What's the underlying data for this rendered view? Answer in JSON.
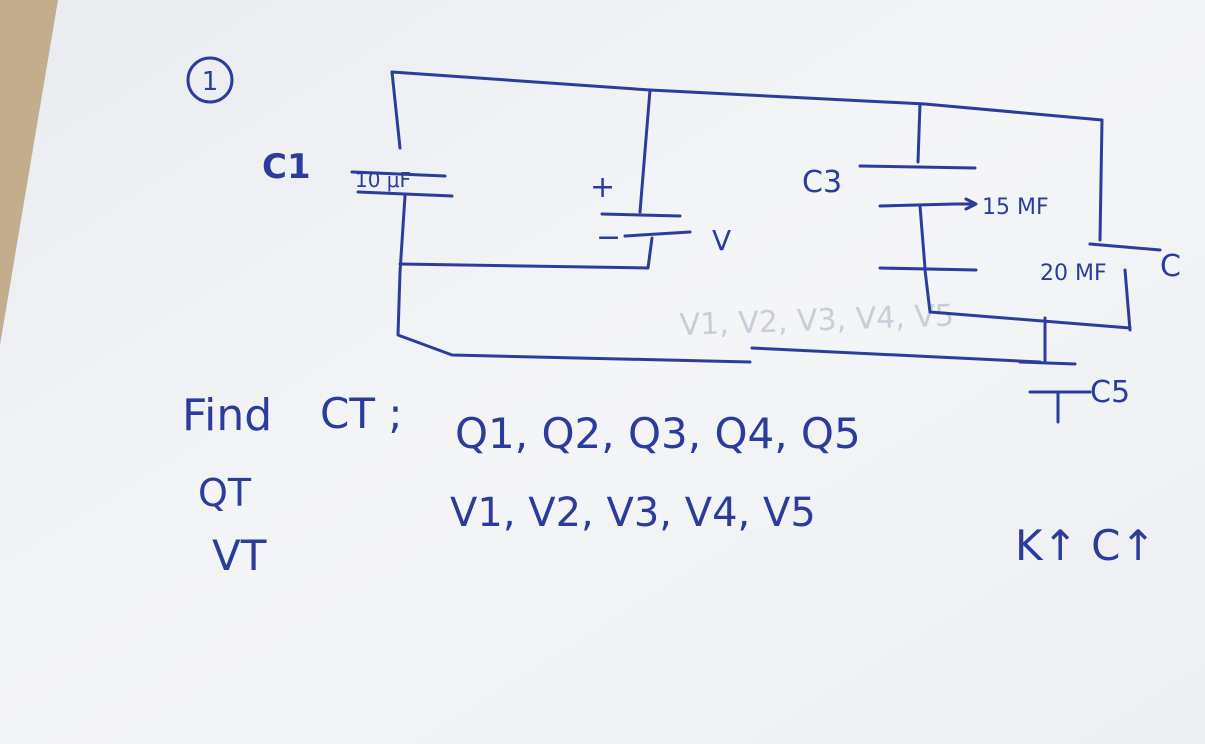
{
  "problem": {
    "number": "1"
  },
  "circuit": {
    "c1_label": "C1",
    "c1_value": "10 μF",
    "battery_plus": "+",
    "battery_minus": "−",
    "battery_label": "V",
    "c3_label": "C3",
    "c3_value": "15 MF",
    "c4_value": "20 MF",
    "c2_label": "C",
    "c5_label": "C5",
    "ghost_text": "V1, V2, V3, V4, V5"
  },
  "question": {
    "find_label": "Find",
    "ct_label": "CT ;",
    "charges": "Q1, Q2, Q3, Q4, Q5",
    "qt_label": "QT",
    "voltages": "V1, V2, V3, V4, V5",
    "vt_label": "VT",
    "k_note": "K↑ C↑"
  },
  "colors": {
    "ink": "#2c3c9c",
    "paper": "#f2f3f5",
    "desk": "#c2ad8f"
  }
}
